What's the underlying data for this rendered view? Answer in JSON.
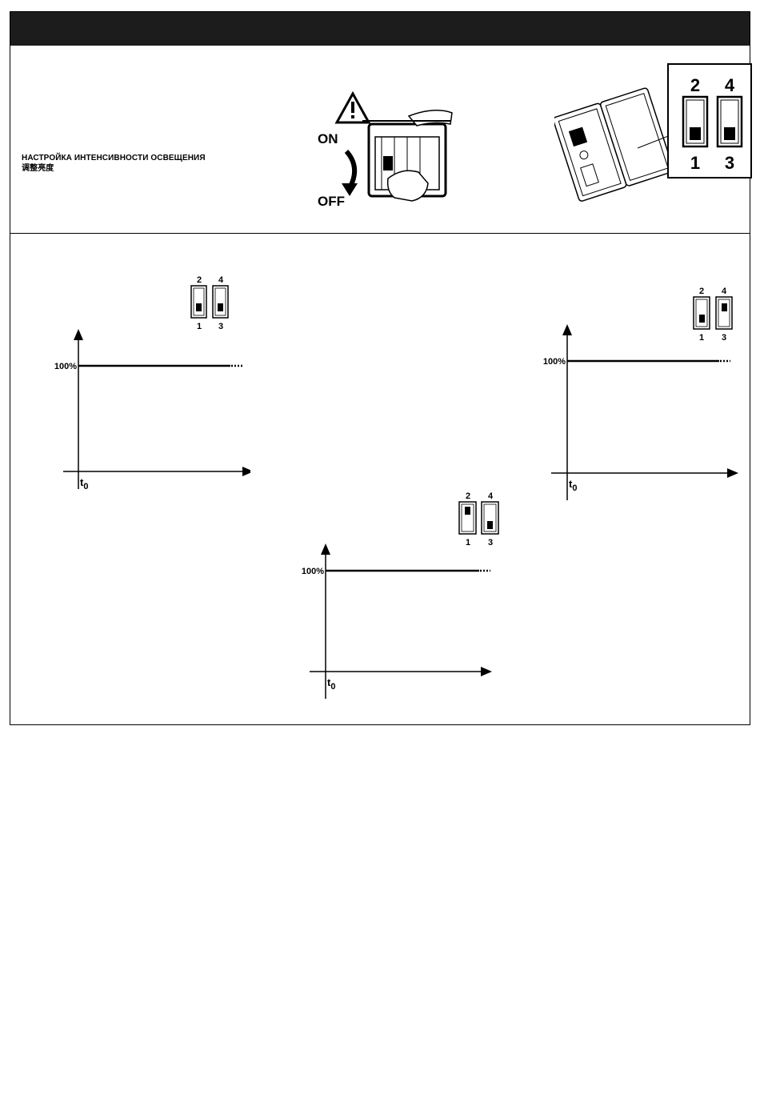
{
  "caption": {
    "line1": "НАСТРОЙКА ИНТЕНСИВНОСТИ ОСВЕЩЕНИЯ",
    "line2": "调整亮度"
  },
  "power_illustration": {
    "on_label": "ON",
    "off_label": "OFF",
    "warning_icon": "warning-triangle-icon"
  },
  "dip_switch_detail": {
    "top_labels": [
      "2",
      "4"
    ],
    "bottom_labels": [
      "1",
      "3"
    ]
  },
  "charts": [
    {
      "id": "left",
      "switch_top_labels": [
        "2",
        "4"
      ],
      "switch_bottom_labels": [
        "1",
        "3"
      ],
      "switch_positions": [
        "down",
        "down"
      ],
      "y_label": "100%",
      "x_label": "t",
      "x_label_sub": "0"
    },
    {
      "id": "right",
      "switch_top_labels": [
        "2",
        "4"
      ],
      "switch_bottom_labels": [
        "1",
        "3"
      ],
      "switch_positions": [
        "down",
        "up"
      ],
      "y_label": "100%",
      "x_label": "t",
      "x_label_sub": "0"
    },
    {
      "id": "center",
      "switch_top_labels": [
        "2",
        "4"
      ],
      "switch_bottom_labels": [
        "1",
        "3"
      ],
      "switch_positions": [
        "up",
        "down"
      ],
      "y_label": "100%",
      "x_label": "t",
      "x_label_sub": "0"
    }
  ]
}
